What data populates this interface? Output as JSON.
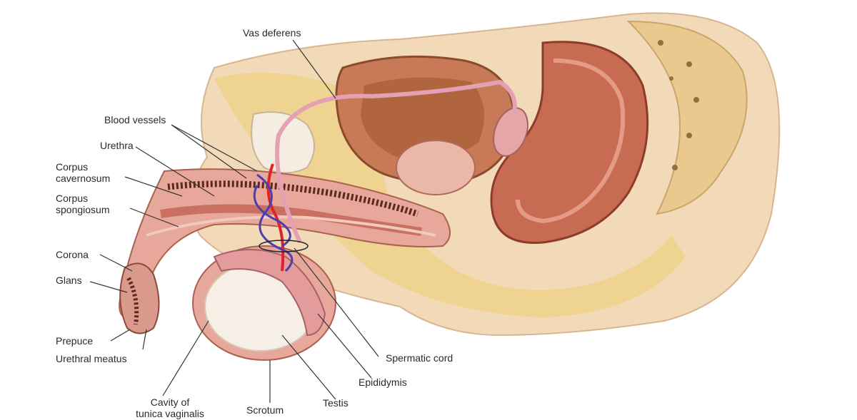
{
  "diagram": {
    "labels": {
      "vas_deferens": "Vas deferens",
      "blood_vessels": "Blood vessels",
      "urethra": "Urethra",
      "corpus_cavernosum": "Corpus\ncavernosum",
      "corpus_spongiosum": "Corpus\nspongiosum",
      "corona": "Corona",
      "glans": "Glans",
      "prepuce": "Prepuce",
      "urethral_meatus": "Urethral meatus",
      "cavity_tunica": "Cavity of\ntunica vaginalis",
      "scrotum": "Scrotum",
      "testis": "Testis",
      "epididymis": "Epididymis",
      "spermatic_cord": "Spermatic cord"
    },
    "colors": {
      "skin": "#f2d9b8",
      "fat": "#efd28a",
      "tissue_pink": "#e7a79a",
      "tissue_dark": "#b85a45",
      "bladder": "#c77a55",
      "rectum": "#c76b52",
      "artery": "#e0222a",
      "vein": "#4b3fb0",
      "testis": "#f6efe6"
    }
  }
}
